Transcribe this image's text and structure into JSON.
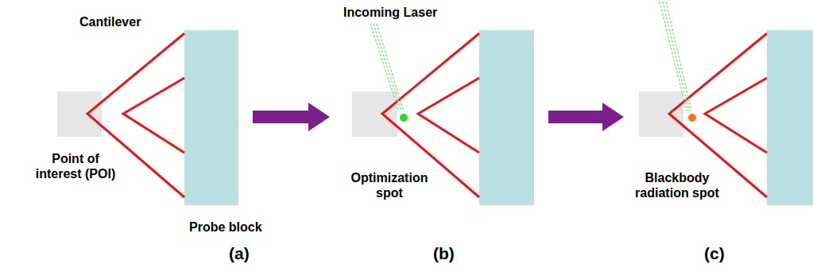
{
  "diagram": {
    "labels": [
      "Cantilever",
      "Point of interest (POI)",
      "Probe block",
      "(a)",
      "Incoming Laser",
      "Optimization spot",
      "(b)",
      "Blackbody radiation spot",
      "(c)"
    ]
  }
}
